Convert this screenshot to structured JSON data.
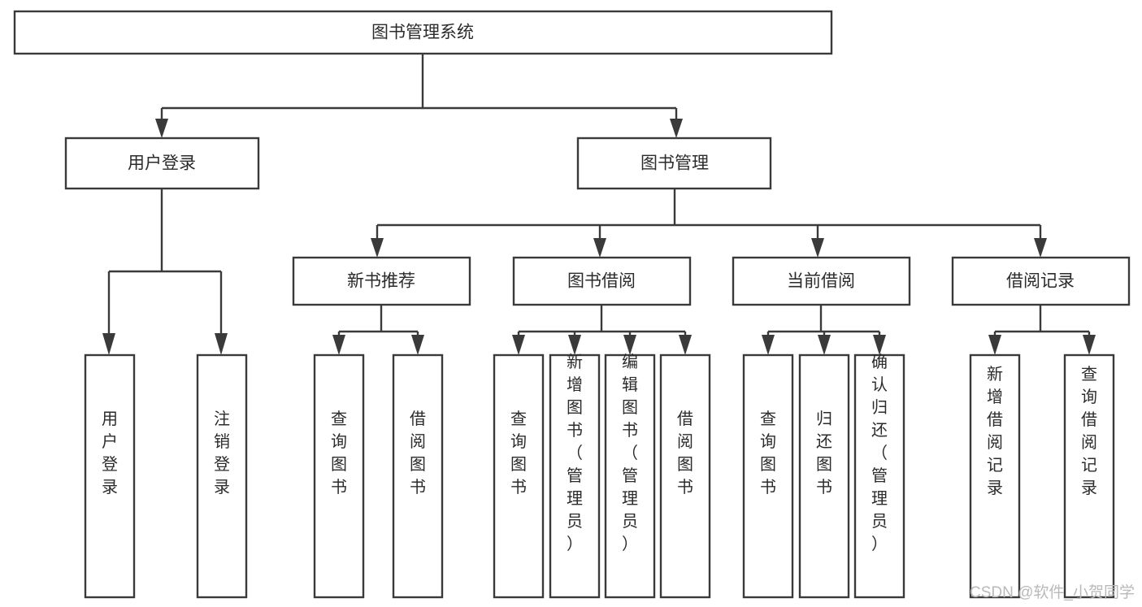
{
  "diagram": {
    "type": "tree",
    "orientation": "top-down",
    "title": "图书管理系统",
    "colors": {
      "stroke": "#3a3a3a",
      "box_fill": "#ffffff",
      "text": "#2b2b2b",
      "watermark": "#b9b9b9",
      "background": "#ffffff"
    },
    "root": {
      "label": "图书管理系统"
    },
    "level2": [
      {
        "label": "用户登录"
      },
      {
        "label": "图书管理"
      }
    ],
    "level3": [
      {
        "label": "新书推荐"
      },
      {
        "label": "图书借阅"
      },
      {
        "label": "当前借阅"
      },
      {
        "label": "借阅记录"
      }
    ],
    "leaves_user_login": [
      {
        "label": "用户登录"
      },
      {
        "label": "注销登录"
      }
    ],
    "leaves_new_book": [
      {
        "label": "查询图书"
      },
      {
        "label": "借阅图书"
      }
    ],
    "leaves_borrow": [
      {
        "label": "查询图书"
      },
      {
        "label": "新增图书（管理员）"
      },
      {
        "label": "编辑图书（管理员）"
      },
      {
        "label": "借阅图书"
      }
    ],
    "leaves_current": [
      {
        "label": "查询图书"
      },
      {
        "label": "归还图书"
      },
      {
        "label": "确认归还（管理员）"
      }
    ],
    "leaves_record": [
      {
        "label": "新增借阅记录"
      },
      {
        "label": "查询借阅记录"
      }
    ]
  },
  "watermark": {
    "text": "CSDN @软件_小贺同学"
  }
}
